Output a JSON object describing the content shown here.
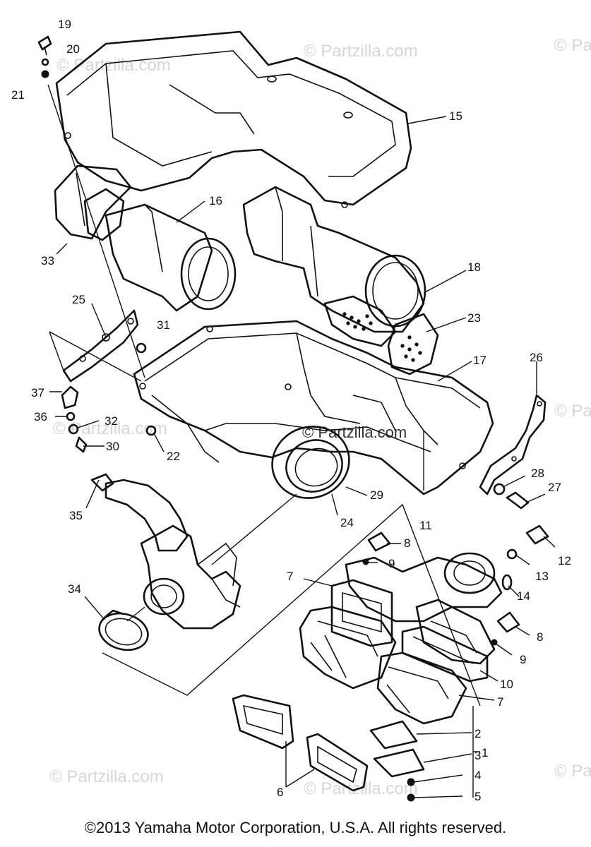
{
  "watermark": "© Partzilla.com",
  "copyright": "©2013 Yamaha Motor Corporation, U.S.A. All rights reserved.",
  "callouts": [
    "19",
    "20",
    "21",
    "15",
    "16",
    "33",
    "18",
    "25",
    "31",
    "23",
    "17",
    "26",
    "37",
    "36",
    "32",
    "30",
    "22",
    "28",
    "27",
    "29",
    "35",
    "24",
    "11",
    "8",
    "12",
    "9",
    "13",
    "14",
    "7",
    "34",
    "10",
    "2",
    "1",
    "3",
    "4",
    "6",
    "5"
  ],
  "icons": {
    "air_box_cover": "air-box-cover-icon",
    "air_box_case": "air-box-case-icon",
    "filter_element": "filter-element-icon",
    "carburetor": "carburetor-icon",
    "reed_valve": "reed-valve-icon",
    "bracket": "bracket-icon",
    "bolt": "bolt-icon",
    "clamp": "hose-clamp-icon",
    "joint": "carburetor-joint-icon",
    "gasket": "gasket-icon"
  }
}
